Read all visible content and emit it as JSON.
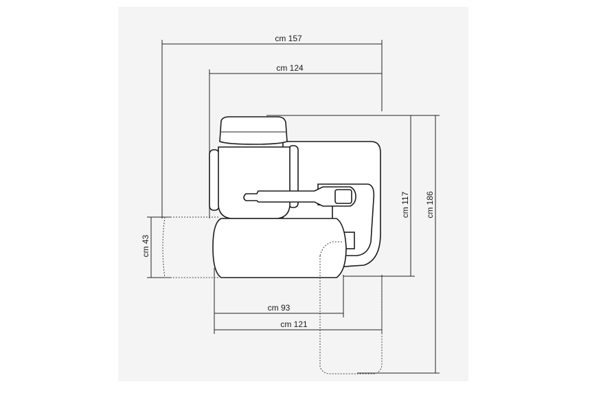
{
  "dimensions": {
    "overall_width": "cm  157",
    "body_width": "cm  124",
    "overall_depth": "cm  186",
    "body_depth": "cm  117",
    "ottoman_depth": "cm  43",
    "seat_width": "cm  93",
    "seat_extended_width": "cm  121"
  },
  "colors": {
    "line": "#1a1a1a",
    "paper": "#ffffff",
    "sheet": "#f4f4f4"
  }
}
